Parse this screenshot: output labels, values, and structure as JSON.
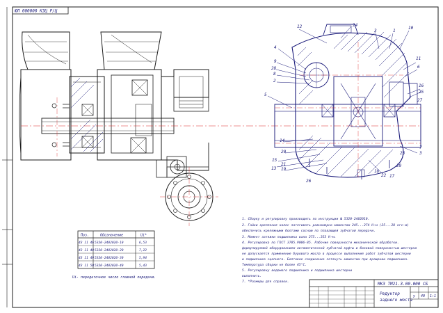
{
  "stamp_top": "ЮЛ 000000 КЗЦ Р/Ц",
  "leader_numbers": [
    "12",
    "24",
    "3",
    "1",
    "10",
    "4",
    "9",
    "28",
    "8",
    "2",
    "11",
    "6",
    "5",
    "16",
    "25",
    "7",
    "3",
    "14",
    "20",
    "15",
    "19",
    "21",
    "13",
    "18",
    "22",
    "23",
    "17",
    "26",
    "29",
    "27"
  ],
  "table": {
    "headers": [
      "Поз.",
      "Обозначение",
      "Ui*"
    ],
    "rows": [
      [
        "43 11 46",
        "5320-2402020-10",
        "6,53"
      ],
      [
        "43 11 48",
        "5320-2402020-20",
        "7,22"
      ],
      [
        "43 11 49",
        "5320-2402020-30",
        "5,94"
      ],
      [
        "43 11 50",
        "5320-2402020-40",
        "5,43"
      ]
    ],
    "footnote": "Ui- передаточное число главной передачи."
  },
  "notes": [
    "1. Сборку и регулировку производить по инструкции № 5320-2402010.",
    "2. Гайки крепления колес затягивать равномерно моментом 245...274 Н·м (25...28 кгс·м)",
    "   обеспечить крепежными болтами сосною по плавающей зубчатой передачи.",
    "3. Момент затяжки подшипника вала 275...353 Н·м.",
    "4. Регулировка по ГОСТ 3705.9006-85. Рабочие поверхности механической обработки.",
    "   формулируемой оборудованием автоматической зубчатой муфты и боковой поверхностью шестерни",
    "   не допускается применение бурового масла в процессе выполнения работ зубчатой шестерни",
    "   и подшипника сцепного. Болтовое соединение затянуть моментом при вращении подшипника.",
    "   Температура сборки не более 45°С.",
    "5. Регулировку ведомого подшипника и подшипника шестерни",
    "   выполнить.",
    "7. *Размеры для справок."
  ],
  "title_block": {
    "doc_number": "МКЗ ТМ21.3.00.000 СБ",
    "name_line1": "Редуктор",
    "name_line2": "заднего моста",
    "letter": "у",
    "mass": "40",
    "scale": "1:1"
  }
}
